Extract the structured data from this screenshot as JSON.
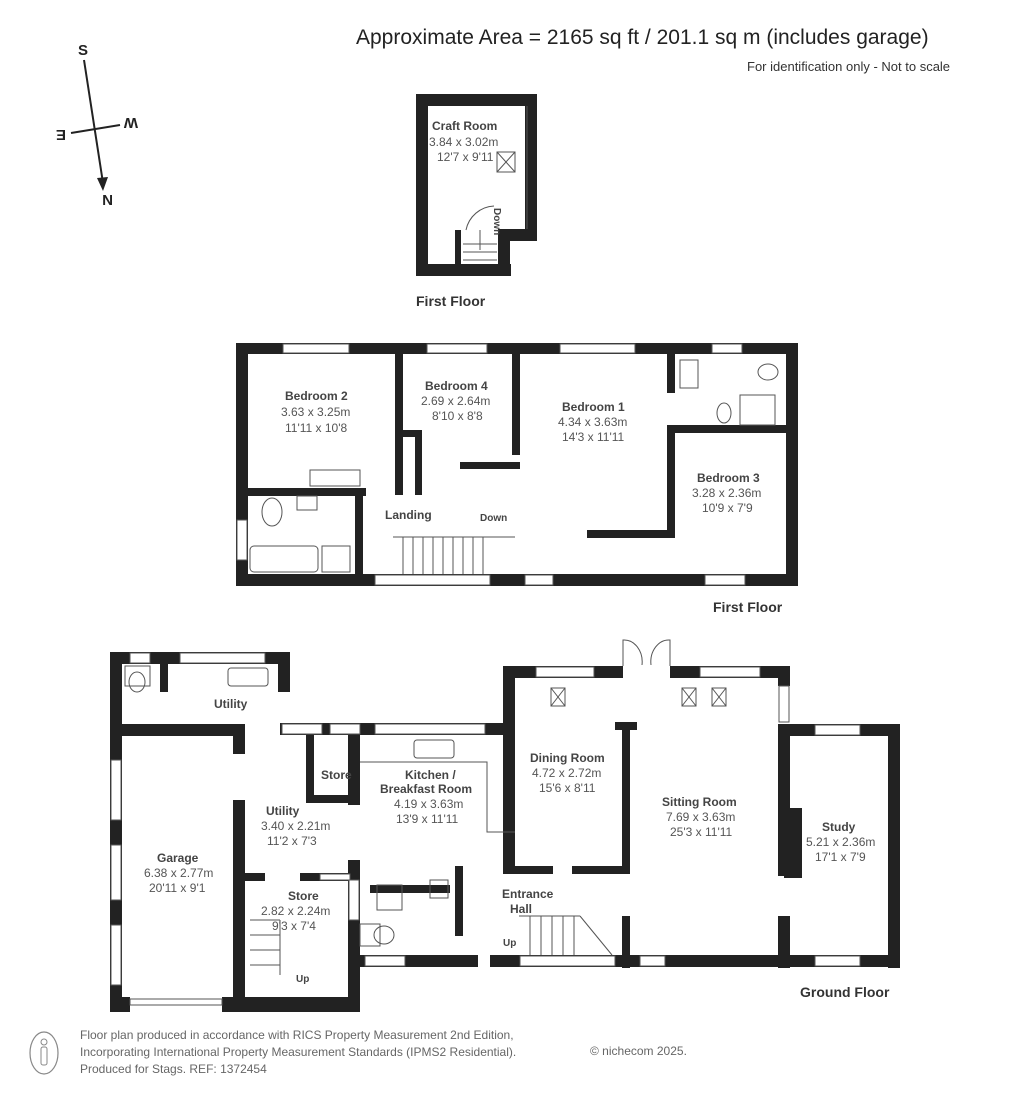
{
  "header": {
    "title": "Approximate Area = 2165 sq ft / 201.1 sq m (includes garage)",
    "subtitle": "For identification only - Not to scale"
  },
  "compass": {
    "north": "N",
    "south": "S",
    "east": "E",
    "west": "W"
  },
  "floors": {
    "attic": {
      "label": "First Floor",
      "rooms": [
        {
          "name": "Craft Room",
          "metric": "3.84 x 3.02m",
          "imperial": "12'7 x 9'11"
        }
      ],
      "stairs_label": "Down"
    },
    "first": {
      "label": "First Floor",
      "rooms": [
        {
          "name": "Bedroom 2",
          "metric": "3.63 x 3.25m",
          "imperial": "11'11 x 10'8"
        },
        {
          "name": "Bedroom 4",
          "metric": "2.69 x 2.64m",
          "imperial": "8'10 x 8'8"
        },
        {
          "name": "Bedroom 1",
          "metric": "4.34 x 3.63m",
          "imperial": "14'3 x 11'11"
        },
        {
          "name": "Bedroom 3",
          "metric": "3.28 x 2.36m",
          "imperial": "10'9 x 7'9"
        },
        {
          "name": "Landing"
        }
      ],
      "stairs_label": "Down"
    },
    "ground": {
      "label": "Ground Floor",
      "rooms": [
        {
          "name": "Utility"
        },
        {
          "name": "Garage",
          "metric": "6.38 x 2.77m",
          "imperial": "20'11 x 9'1"
        },
        {
          "name": "Utility",
          "metric": "3.40 x 2.21m",
          "imperial": "11'2 x 7'3"
        },
        {
          "name": "Store"
        },
        {
          "name": "Store",
          "metric": "2.82 x 2.24m",
          "imperial": "9'3 x 7'4"
        },
        {
          "name": "Kitchen /",
          "name2": "Breakfast Room",
          "metric": "4.19 x 3.63m",
          "imperial": "13'9 x 11'11"
        },
        {
          "name": "Dining Room",
          "metric": "4.72 x 2.72m",
          "imperial": "15'6 x 8'11"
        },
        {
          "name": "Sitting Room",
          "metric": "7.69 x 3.63m",
          "imperial": "25'3 x 11'11"
        },
        {
          "name": "Study",
          "metric": "5.21 x 2.36m",
          "imperial": "17'1 x 7'9"
        },
        {
          "name": "Entrance",
          "name2": "Hall"
        }
      ],
      "stairs_up_1": "Up",
      "stairs_up_2": "Up"
    }
  },
  "footer": {
    "line1": "Floor plan produced in accordance with RICS Property Measurement 2nd Edition,",
    "line2": "Incorporating International Property Measurement Standards (IPMS2 Residential).",
    "line3": "Produced for Stags.   REF: 1372454",
    "copyright": "© nichecom 2025."
  }
}
